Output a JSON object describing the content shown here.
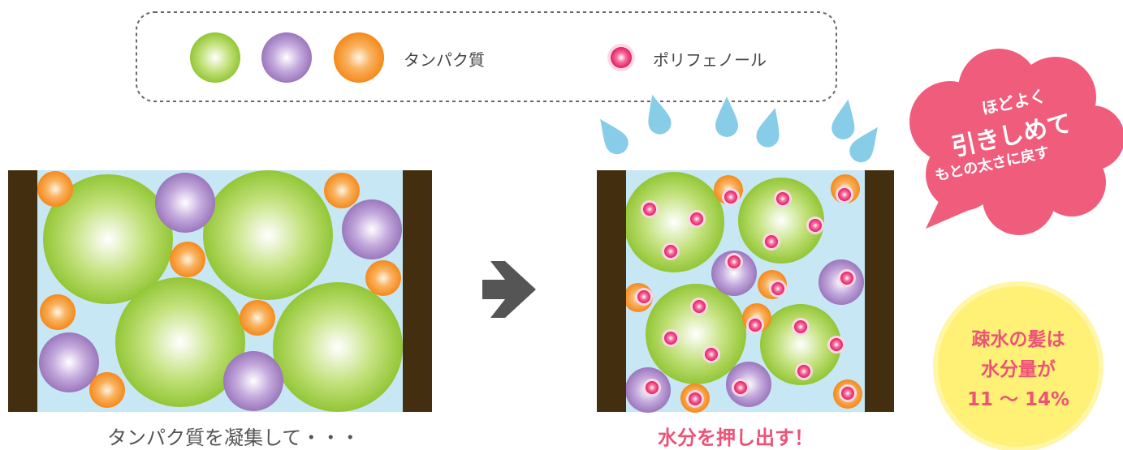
{
  "legend": {
    "protein_label": "タンパク質",
    "polyphenol_label": "ポリフェノール"
  },
  "caption_left": "タンパク質を凝集して・・・",
  "caption_right": "水分を押し出す！",
  "speech_bubble": {
    "line1": "ほどよく",
    "line2": "引きしめて",
    "line3": "もとの太さに戻す"
  },
  "badge": {
    "line1": "疎水の髪は",
    "line2": "水分量が",
    "line3": "11 ～ 14%"
  },
  "colors": {
    "protein_green": "#9ccc3e",
    "protein_purple": "#a683c3",
    "protein_orange": "#f7941d",
    "polyphenol_pink": "#e6266c",
    "water": "#c7e7f5",
    "wall": "#432f10",
    "droplet": "#87cde8",
    "bubble": "#f05d7c",
    "badge": "#fff175",
    "arrow": "#555555"
  }
}
